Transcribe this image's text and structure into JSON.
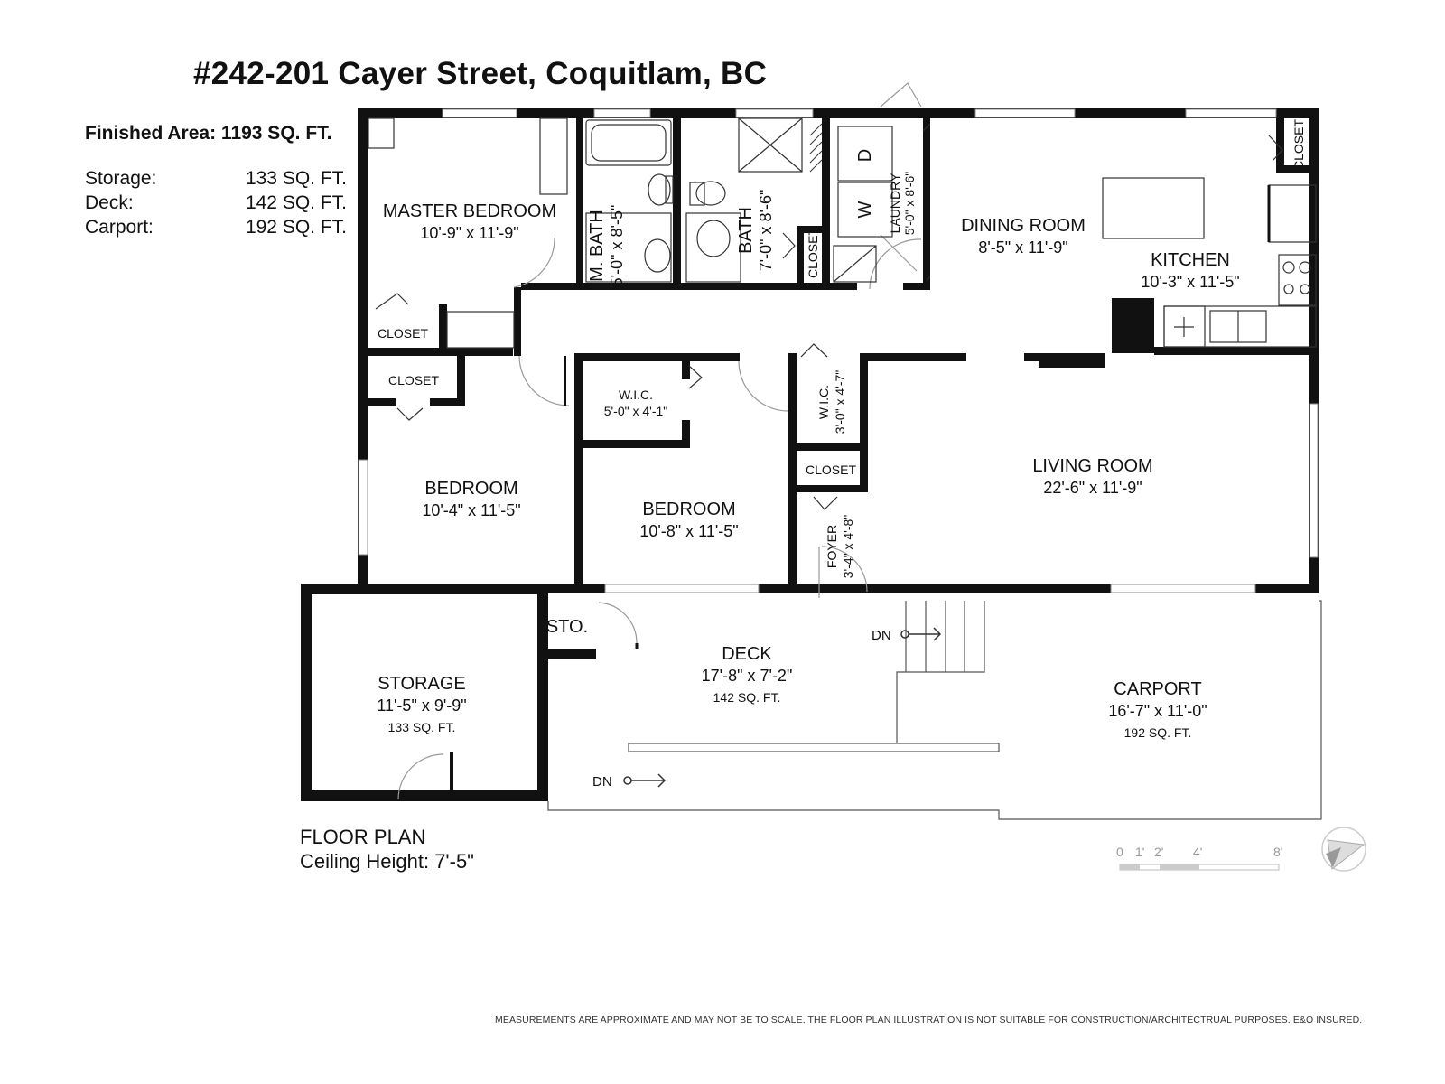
{
  "title": "#242-201 Cayer Street, Coquitlam, BC",
  "finished_area": "Finished Area: 1193 SQ. FT.",
  "areas": [
    {
      "label": "Storage:",
      "value": "133 SQ. FT."
    },
    {
      "label": "Deck:",
      "value": "142 SQ. FT."
    },
    {
      "label": "Carport:",
      "value": "192 SQ. FT."
    }
  ],
  "floor_plan_label": "FLOOR PLAN",
  "ceiling_height": "Ceiling Height: 7'-5\"",
  "disclaimer": "MEASUREMENTS ARE APPROXIMATE AND MAY NOT BE TO SCALE. THE FLOOR PLAN ILLUSTRATION IS NOT SUITABLE FOR CONSTRUCTION/ARCHITECTRUAL PURPOSES. E&O INSURED.",
  "rooms": {
    "master_bedroom": {
      "name": "MASTER BEDROOM",
      "dim": "10'-9\" x 11'-9\""
    },
    "m_bath": {
      "name": "M. BATH",
      "dim": "5'-0\" x 8'-5\""
    },
    "bath": {
      "name": "BATH",
      "dim": "7'-0\" x 8'-6\""
    },
    "bath_closet": {
      "name": "CLOSET"
    },
    "laundry": {
      "name": "LAUNDRY",
      "dim": "5'-0\" x 8'-6\""
    },
    "washer": "W",
    "dryer": "D",
    "dining_room": {
      "name": "DINING ROOM",
      "dim": "8'-5\" x 11'-9\""
    },
    "kitchen": {
      "name": "KITCHEN",
      "dim": "10'-3\" x 11'-5\""
    },
    "kitchen_closet": {
      "name": "CLOSET"
    },
    "master_closet": {
      "name": "CLOSET"
    },
    "bedroom_closet": {
      "name": "CLOSET"
    },
    "bedroom_1": {
      "name": "BEDROOM",
      "dim": "10'-4\" x 11'-5\""
    },
    "wic_1": {
      "name": "W.I.C.",
      "dim": "5'-0\" x 4'-1\""
    },
    "wic_2": {
      "name": "W.I.C.",
      "dim": "3'-0\" x 4'-7\""
    },
    "bedroom_2": {
      "name": "BEDROOM",
      "dim": "10'-8\" x 11'-5\""
    },
    "foyer_closet": {
      "name": "CLOSET"
    },
    "foyer": {
      "name": "FOYER",
      "dim": "3'-4\" x 4'-8\""
    },
    "living_room": {
      "name": "LIVING ROOM",
      "dim": "22'-6\" x 11'-9\""
    },
    "sto": {
      "name": "STO."
    },
    "storage": {
      "name": "STORAGE",
      "dim": "11'-5\" x 9'-9\"",
      "area": "133 SQ. FT."
    },
    "deck": {
      "name": "DECK",
      "dim": "17'-8\" x 7'-2\"",
      "area": "142 SQ. FT."
    },
    "carport": {
      "name": "CARPORT",
      "dim": "16'-7\" x 11'-0\"",
      "area": "192 SQ. FT."
    }
  },
  "stairs_labels": [
    "DN",
    "DN"
  ],
  "scale_bar": [
    "0",
    "1'",
    "2'",
    "4'",
    "8'"
  ],
  "icons": [
    "compass-icon",
    "arrow-right-icon",
    "door-swing-icon"
  ],
  "colors": {
    "wall": "#111111",
    "text": "#111111",
    "accent_gray": "#999999"
  }
}
